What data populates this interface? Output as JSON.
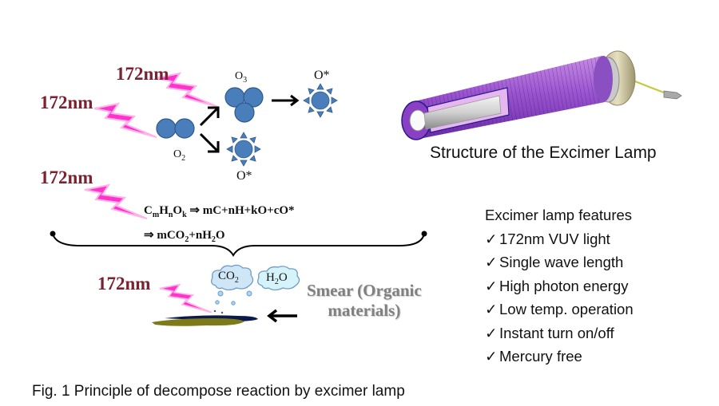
{
  "diagram": {
    "wavelength_labels": [
      "172nm",
      "172nm",
      "172nm",
      "172nm"
    ],
    "molecules": {
      "o3": "O3",
      "o2": "O2",
      "o_star_top": "O*",
      "o_star_bottom": "O*"
    },
    "equation": {
      "line1": "CmHnOk ⇒ mC+nH+kO+cO*",
      "line2": "⇒ mCO2+nH2O"
    },
    "clouds": [
      "CO2",
      "H2O"
    ],
    "smear_label": [
      "Smear (Organic",
      "materials)"
    ],
    "colors": {
      "lightning": "#ff33cc",
      "molecule": "#4a7ebb",
      "wavelength_text": "#7a2230",
      "smear_text": "#808080"
    }
  },
  "lamp": {
    "title": "Structure of the Excimer Lamp"
  },
  "features": {
    "heading": "Excimer lamp features",
    "check_glyph": "✓",
    "items": [
      "172nm VUV light",
      "Single wave length",
      "High photon energy",
      "Low temp. operation",
      "Instant turn on/off",
      "Mercury free"
    ]
  },
  "caption": "Fig. 1 Principle of decompose reaction by excimer lamp"
}
